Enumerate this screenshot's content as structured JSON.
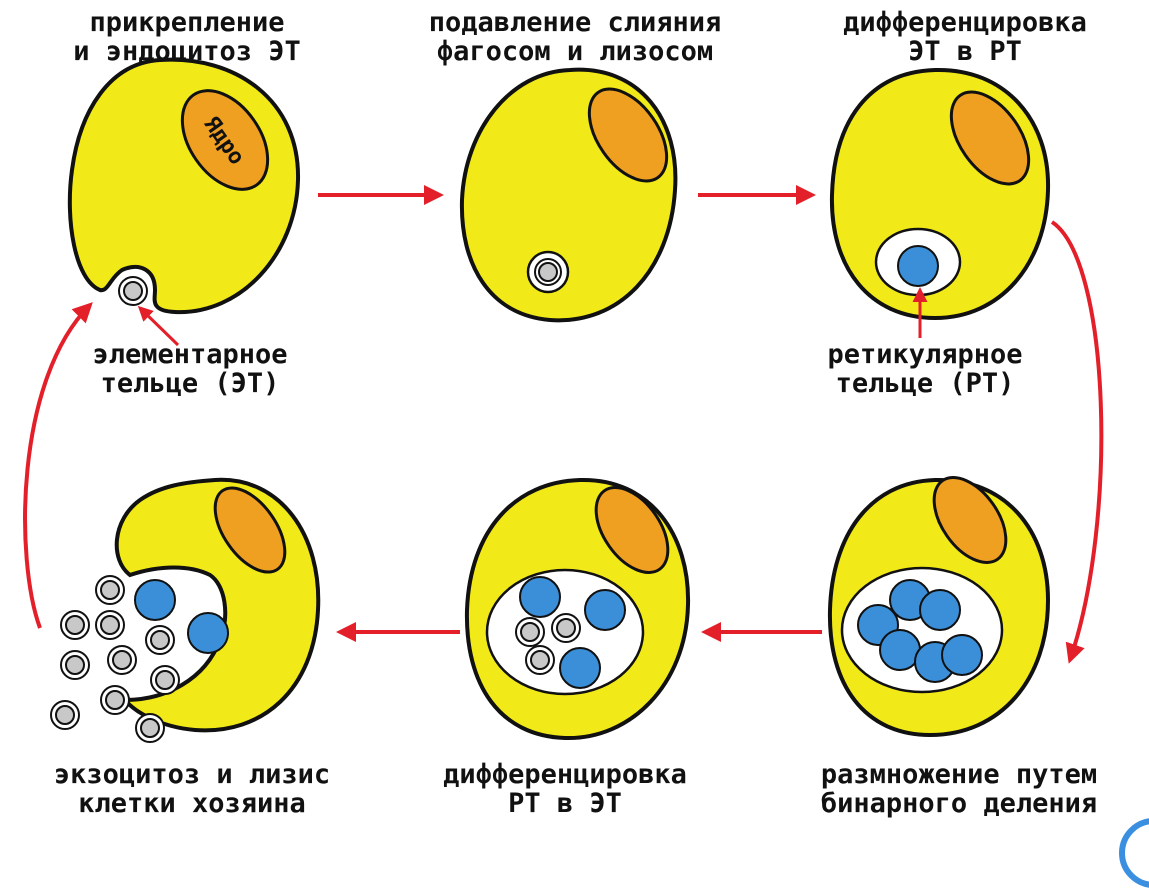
{
  "steps": {
    "attach": {
      "line1": "прикрепление",
      "line2": "и эндоцитоз ЭТ"
    },
    "suppress": {
      "line1": "подавление слияния",
      "line2": "фагосом и лизосом"
    },
    "diff_et_rt": {
      "line1": "дифференцировка",
      "line2": "ЭТ в РТ"
    },
    "multiply": {
      "line1": "размножение путем",
      "line2": "бинарного деления"
    },
    "diff_rt_et": {
      "line1": "дифференцировка",
      "line2": "РТ в ЭТ"
    },
    "exocytosis": {
      "line1": "экзоцитоз и лизис",
      "line2": "клетки хозяина"
    }
  },
  "labels": {
    "nucleus": "Ядро",
    "elementary_body": {
      "line1": "элементарное",
      "line2": "тельце (ЭТ)"
    },
    "reticulate_body": {
      "line1": "ретикулярное",
      "line2": "тельце (РТ)"
    }
  },
  "colors": {
    "cell": "#f2ea18",
    "nucleus": "#f0a020",
    "rt": "#3b8fd8",
    "et": "#c8c8c8",
    "arrow": "#e3202a",
    "outline": "#111111"
  }
}
